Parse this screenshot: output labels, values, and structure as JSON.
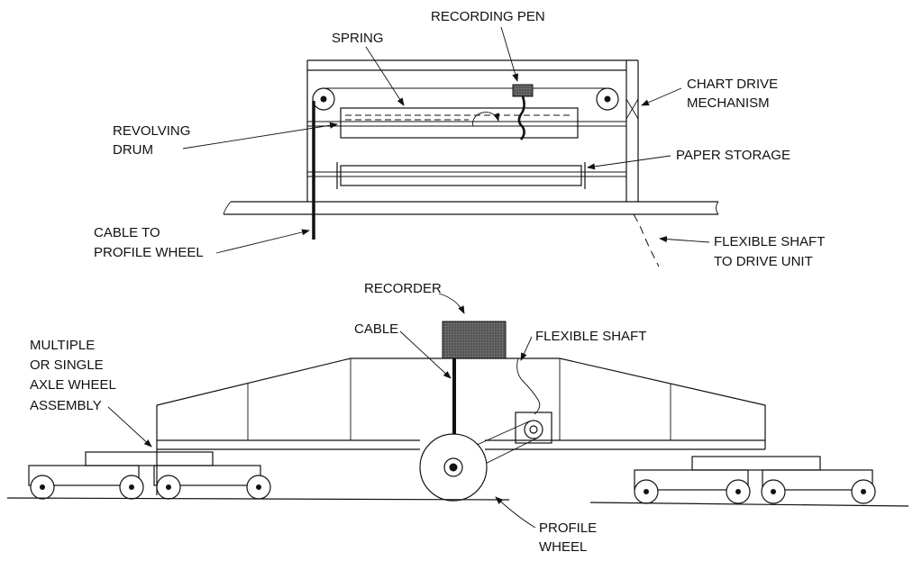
{
  "labels": {
    "recording_pen": "RECORDING PEN",
    "spring": "SPRING",
    "chart_drive_line1": "CHART DRIVE",
    "chart_drive_line2": "MECHANISM",
    "revolving_drum_line1": "REVOLVING",
    "revolving_drum_line2": "DRUM",
    "paper_storage": "PAPER STORAGE",
    "cable_to_profile_line1": "CABLE TO",
    "cable_to_profile_line2": "PROFILE WHEEL",
    "flexible_shaft_drive_line1": "FLEXIBLE SHAFT",
    "flexible_shaft_drive_line2": "TO DRIVE UNIT",
    "recorder": "RECORDER",
    "cable": "CABLE",
    "flexible_shaft": "FLEXIBLE SHAFT",
    "axle_line1": "MULTIPLE",
    "axle_line2": "OR SINGLE",
    "axle_line3": "AXLE WHEEL",
    "axle_line4": "ASSEMBLY",
    "profile_wheel_line1": "PROFILE",
    "profile_wheel_line2": "WHEEL"
  },
  "colors": {
    "ink": "#111111",
    "recorder_fill": "#555555",
    "background": "#ffffff"
  }
}
